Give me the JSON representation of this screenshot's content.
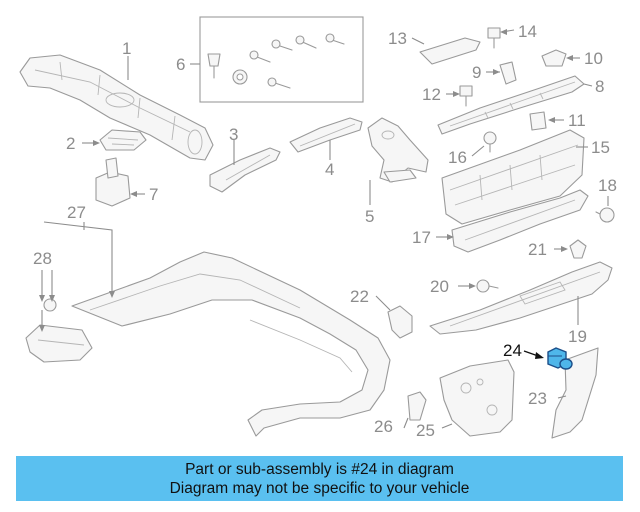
{
  "diagram": {
    "callouts": [
      "1",
      "2",
      "3",
      "4",
      "5",
      "6",
      "7",
      "8",
      "9",
      "10",
      "11",
      "12",
      "13",
      "14",
      "15",
      "16",
      "17",
      "18",
      "19",
      "20",
      "21",
      "22",
      "23",
      "24",
      "25",
      "26",
      "27",
      "28"
    ],
    "highlighted_callout": "24"
  },
  "banner": {
    "line1": "Part or sub-assembly is #24 in diagram",
    "line2": "Diagram may not be specific to your vehicle",
    "color": "#5ac0f0"
  }
}
